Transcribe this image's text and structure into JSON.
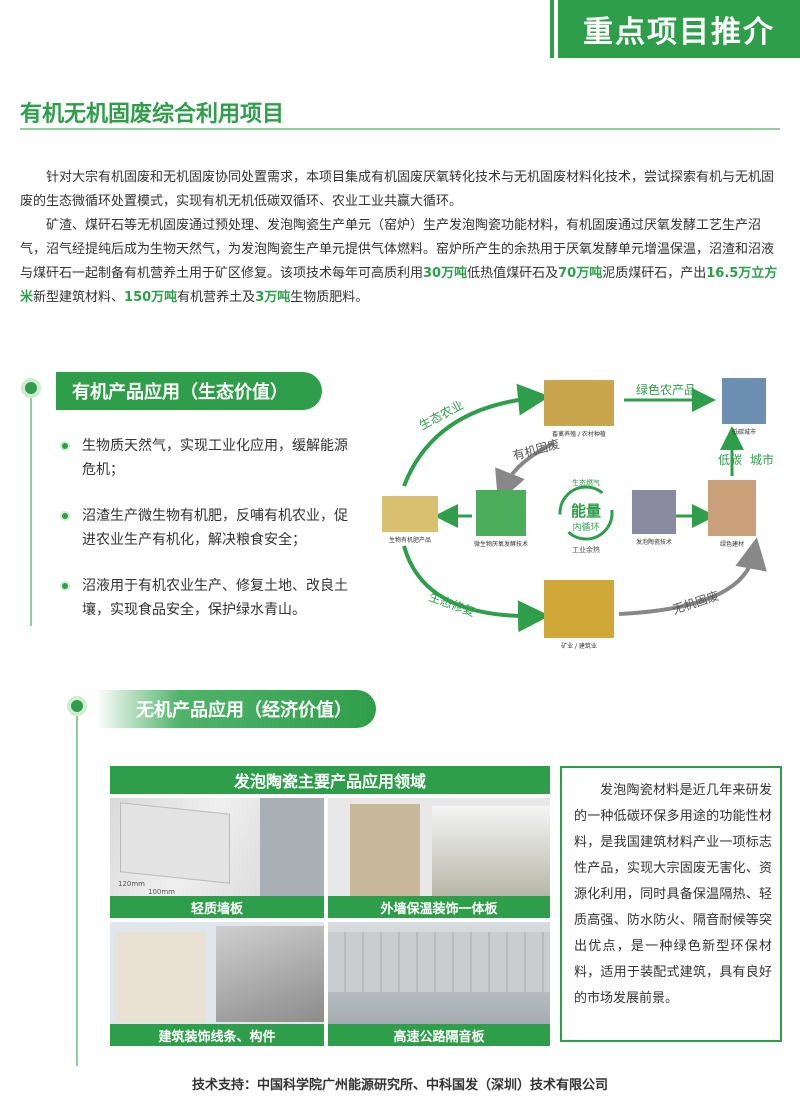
{
  "banner": {
    "title": "重点项目推介"
  },
  "section": {
    "title": "有机无机固废综合利用项目"
  },
  "intro": {
    "p1": "针对大宗有机固废和无机固废协同处置需求，本项目集成有机固废厌氧转化技术与无机固废材料化技术，尝试探索有机与无机固废的生态微循环处置模式，实现有机无机低碳双循环、农业工业共赢大循环。",
    "p2_a": "矿渣、煤矸石等无机固废通过预处理、发泡陶瓷生产单元（窑炉）生产发泡陶瓷功能材料，有机固废通过厌氧发酵工艺生产沼气，沼气经提纯后成为生物天然气，为发泡陶瓷生产单元提供气体燃料。窑炉所产生的余热用于厌氧发酵单元增温保温，沼渣和沼液与煤矸石一起制备有机营养土用于矿区修复。该项技术每年可高质利用",
    "hl1": "30万吨",
    "p2_b": "低热值煤矸石及",
    "hl2": "70万吨",
    "p2_c": "泥质煤矸石，产出",
    "hl3": "16.5万立方米",
    "p2_d": "新型建筑材料、",
    "hl4": "150万吨",
    "p2_e": "有机营养土及",
    "hl5": "3万吨",
    "p2_f": "生物质肥料。"
  },
  "organic": {
    "title": "有机产品应用（生态价值）",
    "items": [
      "生物质天然气，实现工业化应用，缓解能源危机；",
      "沼渣生产微生物有机肥，反哺有机农业，促进农业生产有机化，解决粮食安全；",
      "沼液用于有机农业生产、修复土地、改良土壤，实现食品安全，保护绿水青山。"
    ]
  },
  "diagram": {
    "eco_agri": "生态农业",
    "green_agri": "绿色农产品",
    "organic_waste": "有机固废",
    "low_carbon": "低碳",
    "city": "城市",
    "eco_repair": "生态修复",
    "inorganic_waste": "无机固废",
    "energy": "能量",
    "inner_cycle": "内循环",
    "eco_gas": "生态燃气",
    "industry_heat": "工业余热",
    "node_farm": "畜禽养殖 / 农村种植",
    "node_city": "低碳城市",
    "node_fert": "生物有机肥产品",
    "node_digester": "微生物厌氧发酵技术",
    "node_kiln": "发泡陶瓷技术",
    "node_material": "绿色建材",
    "node_mine": "矿业 / 建筑业",
    "colors": {
      "green": "#2f9e4a",
      "gray": "#888888"
    }
  },
  "inorganic": {
    "title": "无机产品应用（经济价值）"
  },
  "gallery": {
    "title": "发泡陶瓷主要产品应用领域",
    "tiles": [
      "轻质墙板",
      "外墙保温装饰一体板",
      "建筑装饰线条、构件",
      "高速公路隔音板"
    ],
    "label_120": "120mm",
    "label_100": "100mm"
  },
  "infobox": {
    "text": "发泡陶瓷材料是近几年来研发的一种低碳环保多用途的功能性材料，是我国建筑材料产业一项标志性产品，实现大宗固废无害化、资源化利用，同时具备保温隔热、轻质高强、防水防火、隔音耐候等突出优点，是一种绿色新型环保材料，适用于装配式建筑，具有良好的市场发展前景。"
  },
  "footer": {
    "text": "技术支持：中国科学院广州能源研究所、中科国发（深圳）技术有限公司"
  }
}
